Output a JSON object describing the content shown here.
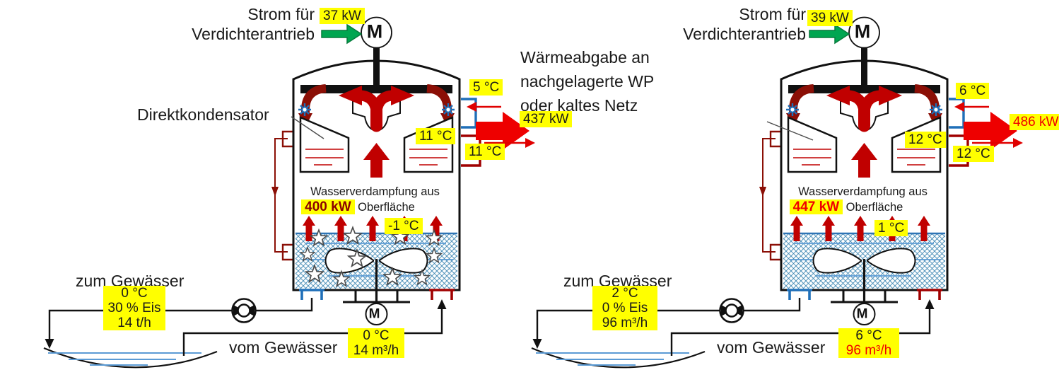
{
  "heat_transfer": {
    "line1": "Wärmeabgabe an",
    "line2": "nachgelagerte WP",
    "line3": "oder kaltes Netz"
  },
  "left_unit": {
    "drive_line1": "Strom für",
    "drive_line2": "Verdichterantrieb",
    "drive_power": "37 kW",
    "compressor_motor": "M",
    "fan_motor": "M",
    "condenser_label": "Direktkondensator",
    "return_temp": "5 °C",
    "supply_temp_inner": "11 °C",
    "supply_temp_outer": "11 °C",
    "heat_output": "437 kW",
    "evap_line1": "Wasserverdampfung aus",
    "evap_power": "400 kW",
    "evap_line2": "Oberfläche",
    "basin_temp": "-1 °C",
    "to_water_label": "zum Gewässer",
    "to_water_temp": "0 °C",
    "to_water_ice": "30 % Eis",
    "to_water_flow": "14 t/h",
    "from_water_label": "vom Gewässer",
    "from_water_temp": "0 °C",
    "from_water_flow": "14 m³/h"
  },
  "right_unit": {
    "drive_line1": "Strom für",
    "drive_line2": "Verdichterantrieb",
    "drive_power": "39 kW",
    "compressor_motor": "M",
    "fan_motor": "M",
    "return_temp": "6 °C",
    "supply_temp_inner": "12 °C",
    "supply_temp_outer": "12 °C",
    "heat_output": "486 kW",
    "evap_line1": "Wasserverdampfung aus",
    "evap_power": "447 kW",
    "evap_line2": "Oberfläche",
    "basin_temp": "1 °C",
    "to_water_label": "zum Gewässer",
    "to_water_temp": "2 °C",
    "to_water_ice": "0 % Eis",
    "to_water_flow": "96 m³/h",
    "from_water_label": "vom Gewässer",
    "from_water_temp": "6 °C",
    "from_water_flow": "96 m³/h"
  },
  "colors": {
    "highlight": "#ffff00",
    "bright_red": "#e00000",
    "dark_red": "#8b0f06",
    "blue": "#1f6fb8",
    "green": "#00a651"
  }
}
